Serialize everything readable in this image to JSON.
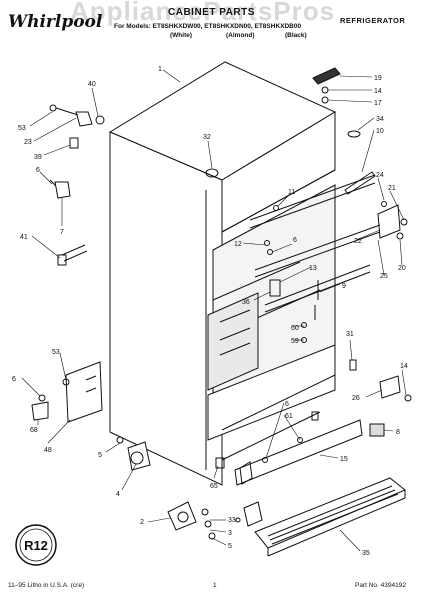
{
  "header": {
    "brand": "Whirlpool",
    "watermark": "AppliancePartsPros",
    "title": "CABINET PARTS",
    "category": "REFRIGERATOR",
    "models_line": "For Models: ET8SHKXDW00, ET8SHKXDN00, ET8SHKXDB00",
    "colors": [
      "(White)",
      "(Almond)",
      "(Black)"
    ]
  },
  "footer": {
    "left": "11–95 Litho in U.S.A. (cre)",
    "page": "1",
    "part_no": "Part No. 4394192"
  },
  "badge": "R12",
  "callouts": [
    "1",
    "19",
    "14",
    "17",
    "34",
    "10",
    "40",
    "53",
    "23",
    "39",
    "6",
    "7",
    "41",
    "32",
    "11",
    "24",
    "21",
    "12",
    "6",
    "22",
    "13",
    "20",
    "25",
    "9",
    "36",
    "60",
    "59",
    "31",
    "53",
    "14",
    "6",
    "26",
    "8",
    "68",
    "48",
    "5",
    "6",
    "61",
    "15",
    "65",
    "4",
    "2",
    "33",
    "3",
    "5",
    "35"
  ],
  "icons": {
    "brand_logo": "whirlpool-script-logo",
    "badge": "r12-refrigerant-seal"
  }
}
